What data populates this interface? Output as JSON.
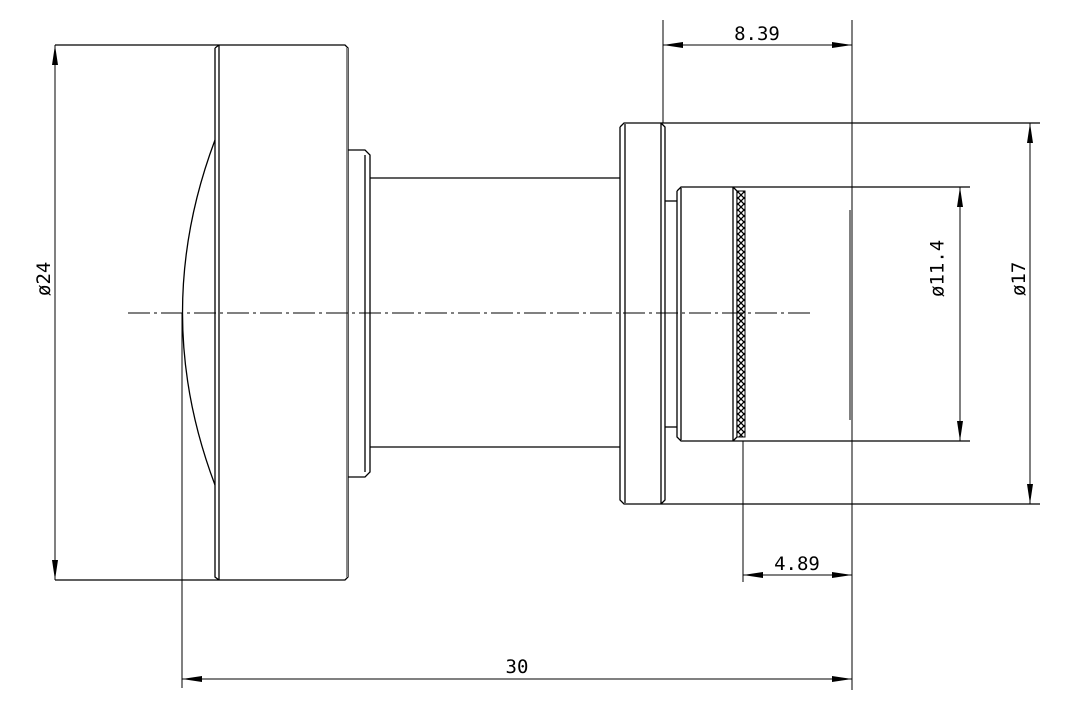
{
  "drawing": {
    "dimensions": {
      "overall_length": "30",
      "mount_length": "8.39",
      "knurl_offset": "4.89",
      "front_diameter": "ø24",
      "flange_diameter": "ø17",
      "barrel_diameter": "ø11.4"
    },
    "line_color": "#000000"
  }
}
